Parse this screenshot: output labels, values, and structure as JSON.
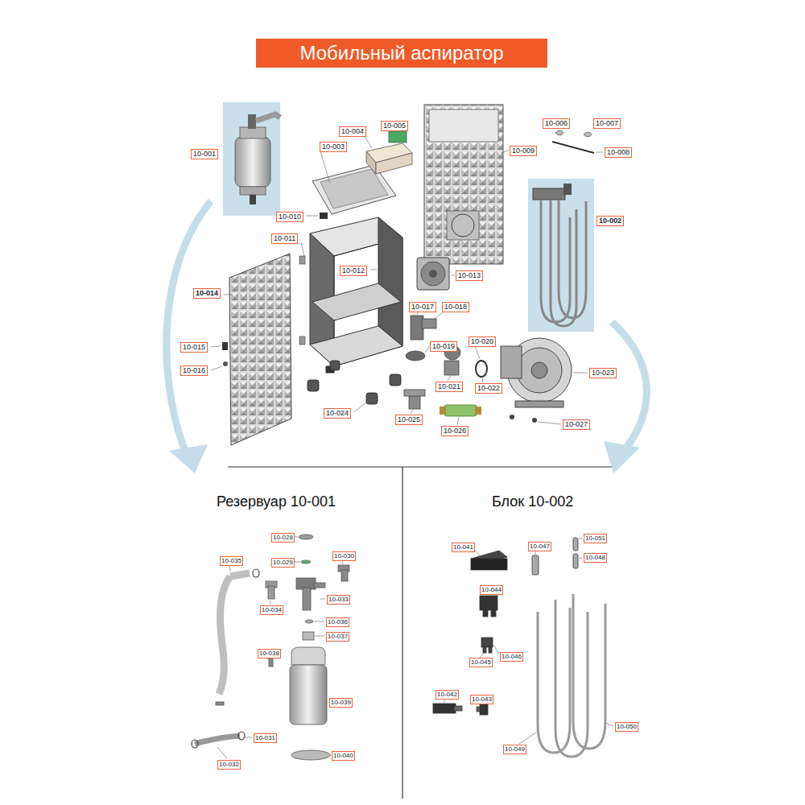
{
  "diagram": {
    "title": "Мобильный аспиратор",
    "labels": [
      "10-001",
      "10-002",
      "10-003",
      "10-004",
      "10-005",
      "10-006",
      "10-007",
      "10-008",
      "10-009",
      "10-010",
      "10-011",
      "10-012",
      "10-013",
      "10-014",
      "10-015",
      "10-016",
      "10-017",
      "10-018",
      "10-019",
      "10-020",
      "10-021",
      "10-022",
      "10-023",
      "10-024",
      "10-025",
      "10-026",
      "10-027",
      "Резервуар 10-001",
      "10-028",
      "10-029",
      "10-030",
      "10-031",
      "10-032",
      "10-033",
      "10-034",
      "10-035",
      "10-036",
      "10-037",
      "10-038",
      "10-039",
      "10-040",
      "Блок 10-002",
      "10-041",
      "10-042",
      "10-043",
      "10-044",
      "10-045",
      "10-046",
      "10-047",
      "10-048",
      "10-049",
      "10-050",
      "10-051"
    ]
  }
}
